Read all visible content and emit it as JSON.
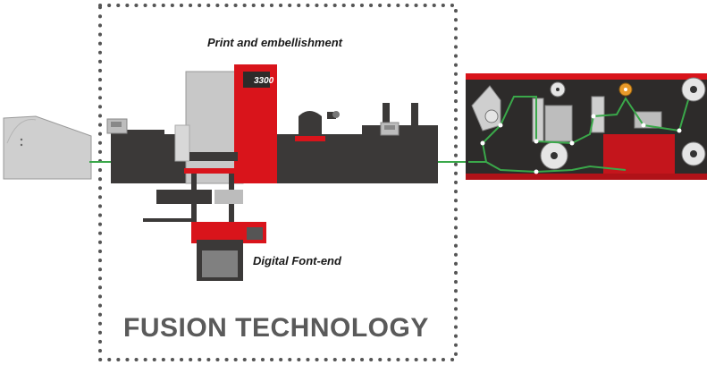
{
  "labels": {
    "print_embellishment": "Print and embellishment",
    "digital_front_end": "Digital Font-end",
    "fusion_technology": "FUSION TECHNOLOGY",
    "model_number": "3300"
  },
  "colors": {
    "accent_red": "#d9141b",
    "dark_red": "#b01218",
    "machine_dark": "#3b3938",
    "machine_grey": "#c8c8c8",
    "web_green": "#3aa84a",
    "frame_dots": "#555555"
  }
}
